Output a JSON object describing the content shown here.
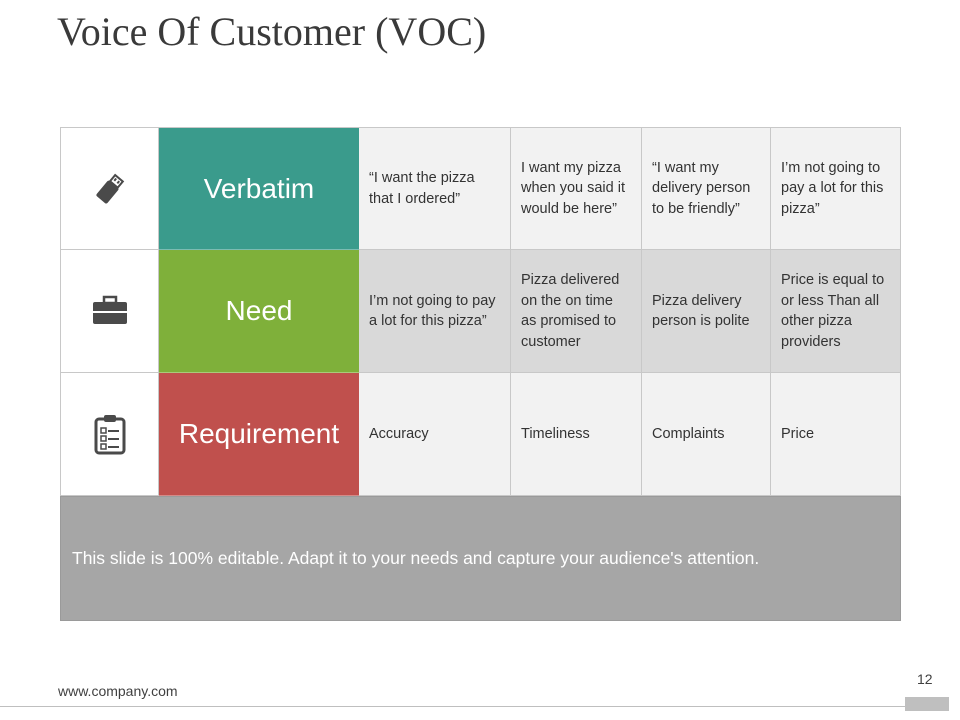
{
  "slide": {
    "title": "Voice Of Customer (VOC)",
    "page_number": "12",
    "website": "www.company.com",
    "footer_note": "This slide is 100% editable. Adapt it to your needs and capture your audience's attention."
  },
  "colors": {
    "verbatim": "#3a9b8c",
    "need": "#7fb03a",
    "requirement": "#c0504d",
    "footer_box": "#a6a6a6"
  },
  "rows": [
    {
      "label": "Verbatim",
      "icon": "usb-drive-icon",
      "cells": [
        "“I want the pizza that I ordered”",
        "I want my pizza when you said it would be here”",
        "“I want my delivery person to be friendly”",
        "I’m not going to pay a lot for this pizza”"
      ]
    },
    {
      "label": "Need",
      "icon": "briefcase-icon",
      "cells": [
        "I’m not going to pay a lot for this pizza”",
        "Pizza delivered on the on time as promised to customer",
        "Pizza delivery person is polite",
        "Price is equal to or less Than all other pizza providers"
      ]
    },
    {
      "label": "Requirement",
      "icon": "clipboard-checklist-icon",
      "cells": [
        "Accuracy",
        "Timeliness",
        "Complaints",
        "Price"
      ]
    }
  ]
}
